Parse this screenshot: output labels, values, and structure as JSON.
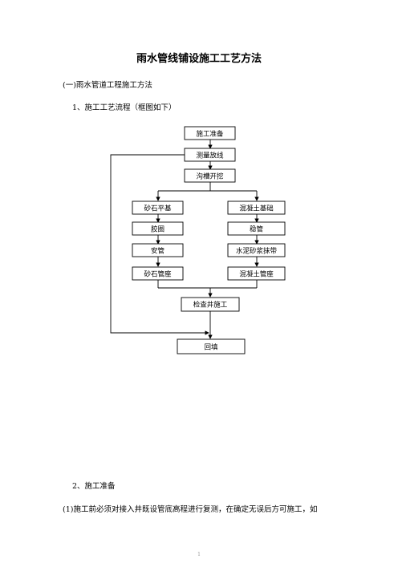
{
  "document": {
    "title": "雨水管线铺设施工工艺方法",
    "section1": "(一)雨水管道工程施工方法",
    "item1": "1、施工工艺流程（框图如下）",
    "item2": "2、施工准备",
    "para1": "(1)施工前必须对接入井既设管底高程进行复测，在确定无误后方可施工，如",
    "page_mark": "1"
  },
  "flowchart": {
    "prepare": "施工准备",
    "survey": "测量放线",
    "trench": "沟槽开挖",
    "left": [
      "砂石平基",
      "胶圈",
      "安管",
      "砂石管座"
    ],
    "right": [
      "混凝土基础",
      "稳管",
      "水泥砂浆抹带",
      "混凝土管座"
    ],
    "well": "检查井施工",
    "backfill": "回填"
  }
}
